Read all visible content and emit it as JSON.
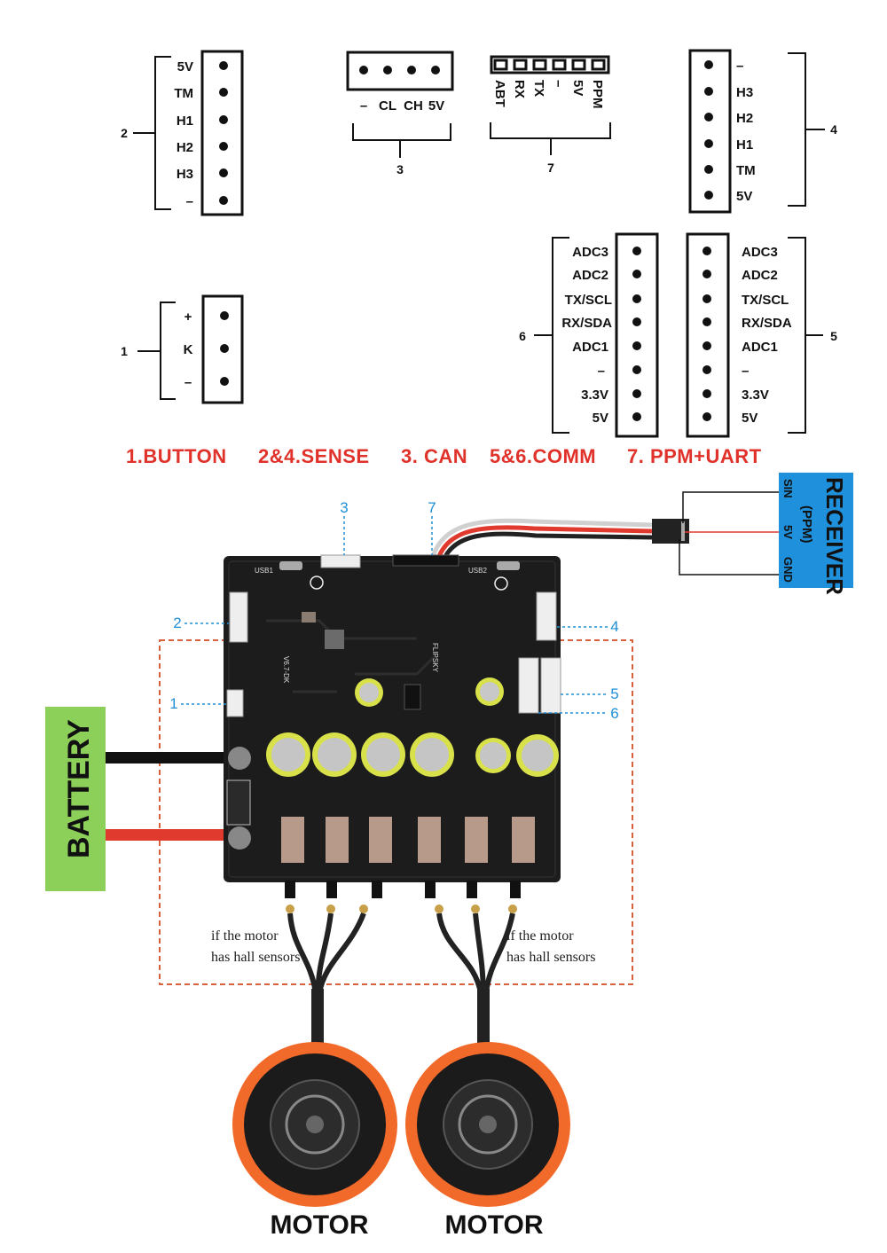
{
  "connectors": {
    "c2": {
      "id": "2",
      "pins": [
        "5V",
        "TM",
        "H1",
        "H2",
        "H3",
        "–"
      ]
    },
    "c3": {
      "id": "3",
      "pins": [
        "–",
        "CL",
        "CH",
        "5V"
      ]
    },
    "c7": {
      "id": "7",
      "pins": [
        "ABT",
        "RX",
        "TX",
        "–",
        "5V",
        "PPM"
      ]
    },
    "c4": {
      "id": "4",
      "pins": [
        "–",
        "H3",
        "H2",
        "H1",
        "TM",
        "5V"
      ]
    },
    "c1": {
      "id": "1",
      "pins": [
        "+",
        "K",
        "–"
      ]
    },
    "c6": {
      "id": "6",
      "pins": [
        "ADC3",
        "ADC2",
        "TX/SCL",
        "RX/SDA",
        "ADC1",
        "–",
        "3.3V",
        "5V"
      ]
    },
    "c5": {
      "id": "5",
      "pins": [
        "ADC3",
        "ADC2",
        "TX/SCL",
        "RX/SDA",
        "ADC1",
        "–",
        "3.3V",
        "5V"
      ]
    }
  },
  "legend": [
    "1.BUTTON",
    "2&4.SENSE",
    "3. CAN",
    "5&6.COMM",
    "7. PPM+UART"
  ],
  "callouts": [
    "3",
    "7",
    "2",
    "4",
    "1",
    "5",
    "6"
  ],
  "board": {
    "brand": "FLIPSKY",
    "model": "V6.7-DK",
    "usb1": "USB1",
    "usb2": "USB2"
  },
  "receiver": {
    "title": "RECEIVER",
    "subtitle": "(PPM)",
    "pins": [
      "SIN",
      "5V",
      "GND"
    ],
    "color": "#1e90dc"
  },
  "battery": {
    "label": "BATTERY",
    "color": "#8cd05a"
  },
  "hall_note": [
    "if the motor",
    "has hall sensors"
  ],
  "motors": [
    "MOTOR",
    "MOTOR"
  ],
  "colors": {
    "legend_red": "#e0322a",
    "callout_blue": "#1f8fd6",
    "dashed_orange": "#d9603a",
    "motor_orange": "#f26a2a"
  }
}
